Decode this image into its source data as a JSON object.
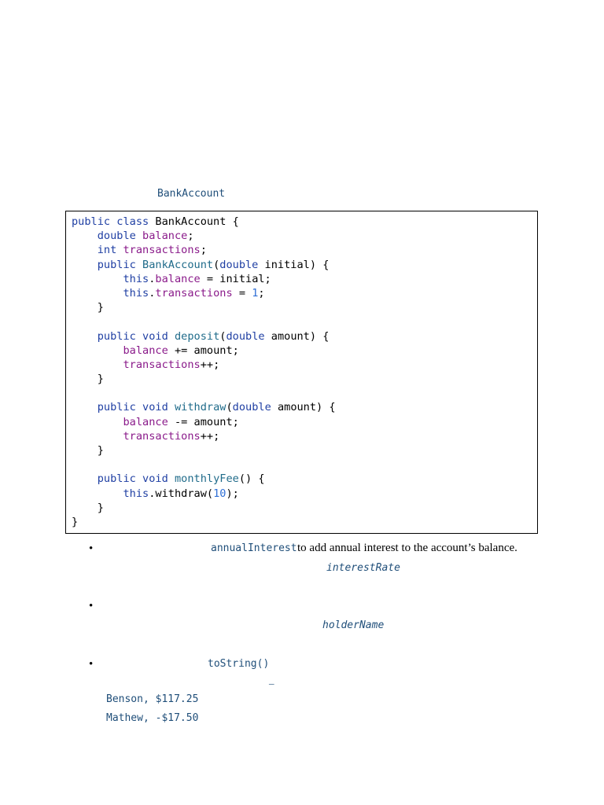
{
  "title_code": "BankAccount",
  "code_lines": [
    [
      {
        "t": "public",
        "c": "kw"
      },
      {
        "t": " "
      },
      {
        "t": "class",
        "c": "kw"
      },
      {
        "t": " BankAccount {"
      }
    ],
    [
      {
        "t": "    "
      },
      {
        "t": "double",
        "c": "kw"
      },
      {
        "t": " "
      },
      {
        "t": "balance",
        "c": "fld"
      },
      {
        "t": ";"
      }
    ],
    [
      {
        "t": "    "
      },
      {
        "t": "int",
        "c": "kw"
      },
      {
        "t": " "
      },
      {
        "t": "transactions",
        "c": "fld"
      },
      {
        "t": ";"
      }
    ],
    [
      {
        "t": "    "
      },
      {
        "t": "public",
        "c": "kw"
      },
      {
        "t": " "
      },
      {
        "t": "BankAccount",
        "c": "mth"
      },
      {
        "t": "("
      },
      {
        "t": "double",
        "c": "kw"
      },
      {
        "t": " initial) {"
      }
    ],
    [
      {
        "t": "        "
      },
      {
        "t": "this",
        "c": "kw"
      },
      {
        "t": "."
      },
      {
        "t": "balance",
        "c": "fld"
      },
      {
        "t": " = initial;"
      }
    ],
    [
      {
        "t": "        "
      },
      {
        "t": "this",
        "c": "kw"
      },
      {
        "t": "."
      },
      {
        "t": "transactions",
        "c": "fld"
      },
      {
        "t": " = "
      },
      {
        "t": "1",
        "c": "num"
      },
      {
        "t": ";"
      }
    ],
    [
      {
        "t": "    }"
      }
    ],
    [
      {
        "t": ""
      }
    ],
    [
      {
        "t": "    "
      },
      {
        "t": "public",
        "c": "kw"
      },
      {
        "t": " "
      },
      {
        "t": "void",
        "c": "kw"
      },
      {
        "t": " "
      },
      {
        "t": "deposit",
        "c": "mth"
      },
      {
        "t": "("
      },
      {
        "t": "double",
        "c": "kw"
      },
      {
        "t": " amount) {"
      }
    ],
    [
      {
        "t": "        "
      },
      {
        "t": "balance",
        "c": "fld"
      },
      {
        "t": " += amount;"
      }
    ],
    [
      {
        "t": "        "
      },
      {
        "t": "transactions",
        "c": "fld"
      },
      {
        "t": "++;"
      }
    ],
    [
      {
        "t": "    }"
      }
    ],
    [
      {
        "t": ""
      }
    ],
    [
      {
        "t": "    "
      },
      {
        "t": "public",
        "c": "kw"
      },
      {
        "t": " "
      },
      {
        "t": "void",
        "c": "kw"
      },
      {
        "t": " "
      },
      {
        "t": "withdraw",
        "c": "mth"
      },
      {
        "t": "("
      },
      {
        "t": "double",
        "c": "kw"
      },
      {
        "t": " amount) {"
      }
    ],
    [
      {
        "t": "        "
      },
      {
        "t": "balance",
        "c": "fld"
      },
      {
        "t": " -= amount;"
      }
    ],
    [
      {
        "t": "        "
      },
      {
        "t": "transactions",
        "c": "fld"
      },
      {
        "t": "++;"
      }
    ],
    [
      {
        "t": "    }"
      }
    ],
    [
      {
        "t": ""
      }
    ],
    [
      {
        "t": "    "
      },
      {
        "t": "public",
        "c": "kw"
      },
      {
        "t": " "
      },
      {
        "t": "void",
        "c": "kw"
      },
      {
        "t": " "
      },
      {
        "t": "monthlyFee",
        "c": "mth"
      },
      {
        "t": "() {"
      }
    ],
    [
      {
        "t": "        "
      },
      {
        "t": "this",
        "c": "kw"
      },
      {
        "t": ".withdraw("
      },
      {
        "t": "10",
        "c": "num"
      },
      {
        "t": ");"
      }
    ],
    [
      {
        "t": "    }"
      }
    ],
    [
      {
        "t": "}"
      }
    ]
  ],
  "bullets": {
    "b1_code": "annualInterest",
    "b1_text": "to add annual interest to the account’s balance.",
    "b1_sub": "interestRate",
    "b2_sub": "holderName",
    "b3_code": "toString()",
    "b3_dash": "_"
  },
  "bullet_glyph": "•",
  "outputs": [
    "Benson, $117.25",
    "Mathew, -$17.50"
  ]
}
